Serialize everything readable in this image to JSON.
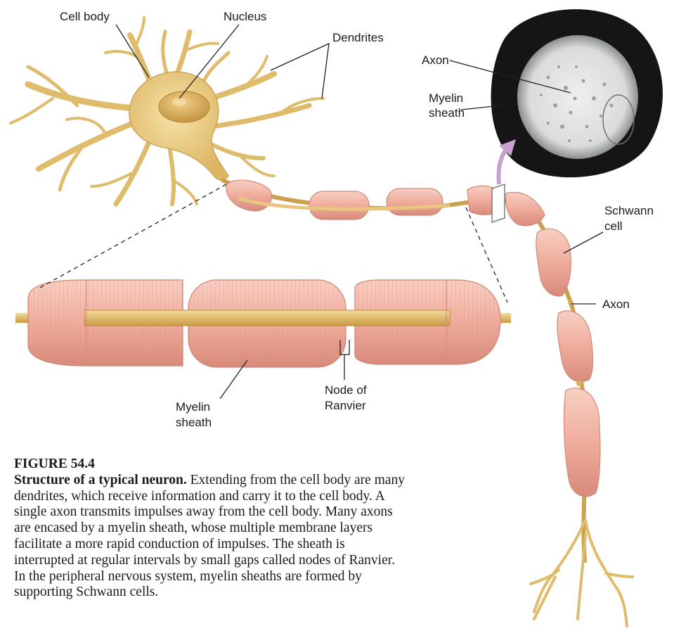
{
  "labels": {
    "cell_body": "Cell body",
    "nucleus": "Nucleus",
    "dendrites": "Dendrites",
    "axon_cross": "Axon",
    "myelin_cross_1": "Myelin",
    "myelin_cross_2": "sheath",
    "schwann_1": "Schwann",
    "schwann_2": "cell",
    "axon_right": "Axon",
    "myelin_bottom_1": "Myelin",
    "myelin_bottom_2": "sheath",
    "node_1": "Node of",
    "node_2": "Ranvier"
  },
  "caption": {
    "figure_number": "FIGURE 54.4",
    "title": "Structure of a typical neuron.",
    "body": " Extending from the cell body are many dendrites, which receive information and carry it to the cell body. A single axon transmits impulses away from the cell body. Many axons are encased by a myelin sheath, whose multiple membrane layers facilitate a more rapid conduction of impulses. The sheath is interrupted at regular intervals by small gaps called nodes of Ranvier. In the peripheral nervous system, myelin sheaths are formed by supporting Schwann cells."
  },
  "colors": {
    "cell_body": "#e9c877",
    "axon": "#d9b45c",
    "myelin": "#f1b3a4",
    "myelin_dark": "#dc8f7f",
    "cross_section_outer": "#151515",
    "arrow": "#c7a0cf"
  }
}
